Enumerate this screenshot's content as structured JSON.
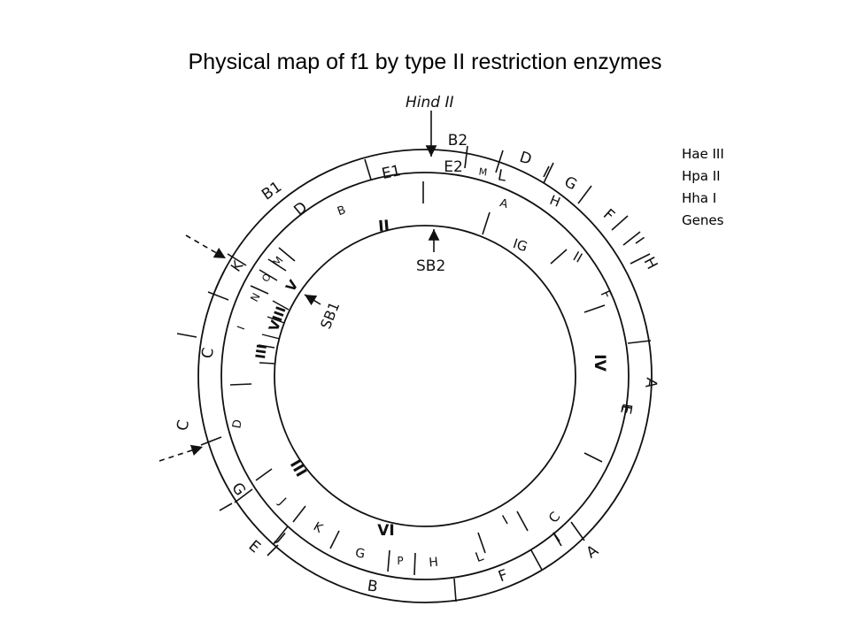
{
  "title": "Physical map of f1 by type II restriction enzymes",
  "legend": [
    "Hae III",
    "Hpa II",
    "Hha I",
    "Genes"
  ],
  "marker_labels": {
    "hind": "Hind II",
    "sb2": "SB2",
    "sb1": "SB1"
  },
  "rings": {
    "hae_iii": [
      "B2",
      "D",
      "G",
      "F",
      "I",
      "H",
      "A",
      "E",
      "A",
      "I",
      "F",
      "B",
      "E",
      "J",
      "G",
      "C",
      "C",
      "K",
      "D",
      "B1",
      "E1",
      "E2",
      "M",
      "L"
    ],
    "hpa_ii": [
      "B",
      "A",
      "H",
      "F",
      "E",
      "C",
      "L",
      "H",
      "P",
      "G",
      "K",
      "J",
      "D",
      "I",
      "N",
      "O",
      "M"
    ],
    "genes": [
      "II",
      "IG",
      "II",
      "IV",
      "I",
      "VI",
      "III",
      "VIII",
      "III",
      "V"
    ]
  }
}
